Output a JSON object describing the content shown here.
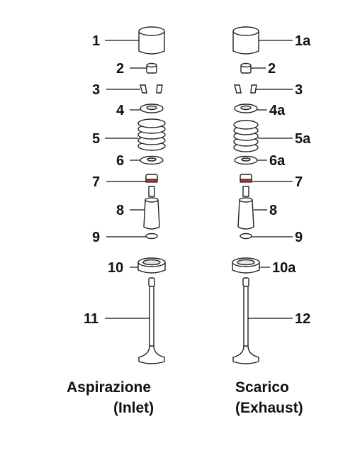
{
  "inlet": {
    "caption_line1": "Aspirazione",
    "caption_line2": "(Inlet)",
    "labels": [
      "1",
      "2",
      "3",
      "4",
      "5",
      "6",
      "7",
      "8",
      "9",
      "10",
      "11"
    ]
  },
  "exhaust": {
    "caption_line1": "Scarico",
    "caption_line2": "(Exhaust)",
    "labels": [
      "1a",
      "2",
      "3",
      "4a",
      "5a",
      "6a",
      "7",
      "8",
      "9",
      "10a",
      "12"
    ]
  },
  "colors": {
    "seal": "#b03a2e",
    "line": "#222222"
  }
}
